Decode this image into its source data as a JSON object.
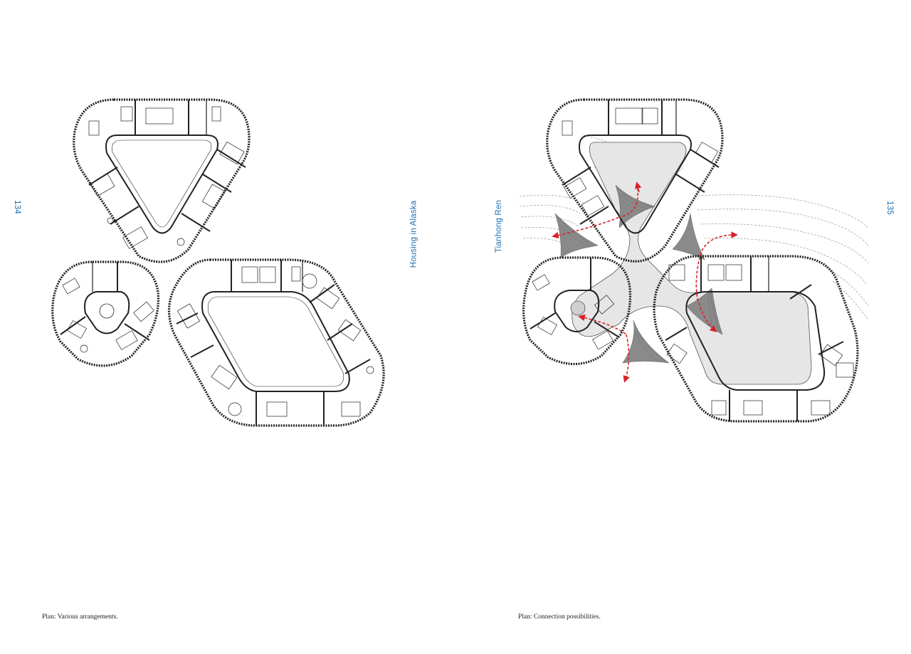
{
  "left_page": {
    "page_number": "134",
    "running_title": "Housing in Alaska",
    "caption": "Plan: Various arrangements."
  },
  "right_page": {
    "page_number": "135",
    "running_title": "Tianhong Ren",
    "caption": "Plan: Connection possibilities."
  },
  "colors": {
    "accent_blue": "#1f6fb2",
    "arrow_red": "#d8232a",
    "plan_line": "#222222",
    "shared_space": "#e3e3e3",
    "canopy": "#8a8a8a"
  }
}
